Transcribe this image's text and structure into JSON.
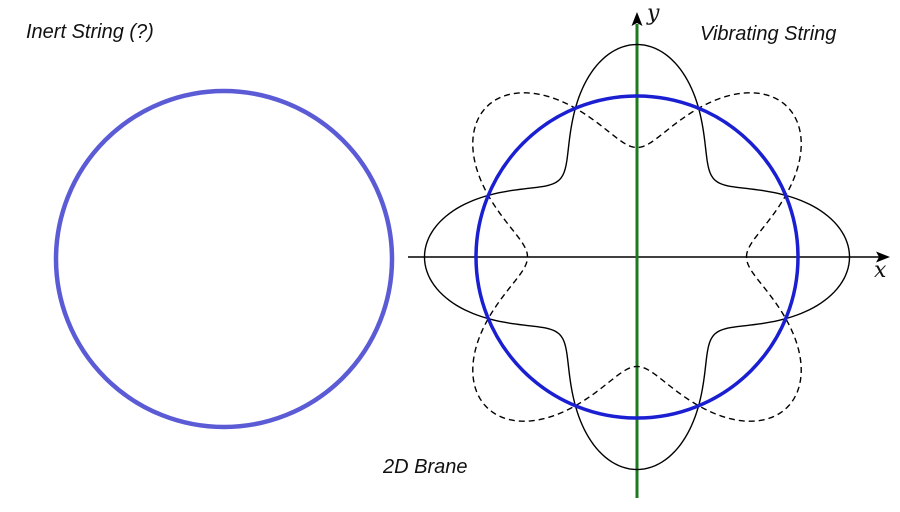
{
  "labels": {
    "left_title": "Inert String (?)",
    "right_title": "Vibrating String",
    "bottom_caption": "2D Brane",
    "x_axis": "x",
    "y_axis": "y"
  },
  "colors": {
    "circle_blue": "#1a1fd1",
    "inert_circle": "#5b5bd6",
    "y_axis_green": "#1f7a1f",
    "axis_black": "#000000",
    "curve_black": "#000000"
  },
  "icons": {
    "x_arrow": "arrowhead-right",
    "y_arrow": "arrowhead-up"
  },
  "diagram": {
    "vibration_mode_n": 4,
    "solid_curve": "r = R(1 + a cos(4θ))",
    "dashed_curve": "r = R(1 - a cos(4θ))",
    "relative_amplitude": 0.32
  }
}
